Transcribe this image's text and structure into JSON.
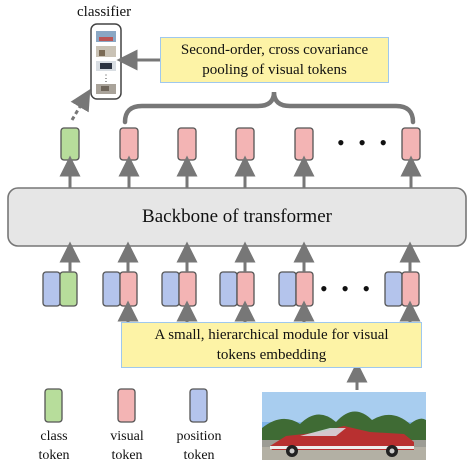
{
  "classifier": {
    "label": "classifier"
  },
  "pooling_box": {
    "line1": "Second-order, cross covariance",
    "line2": "pooling of visual tokens"
  },
  "backbone": {
    "label": "Backbone of  transformer"
  },
  "embedding_box": {
    "line1": "A small, hierarchical module for visual",
    "line2": "tokens embedding"
  },
  "ellipsis": "• • •",
  "legend": {
    "class": {
      "line1": "class",
      "line2": "token"
    },
    "visual": {
      "line1": "visual",
      "line2": "token"
    },
    "position": {
      "line1": "position",
      "line2": "token"
    }
  },
  "colors": {
    "class_token": "#b7dd9b",
    "visual_token": "#f3b4b4",
    "position_token": "#b4c4ec",
    "backbone_fill": "#e6e6e6",
    "box_fill": "#fdf3a6",
    "box_border": "#9fc8ee",
    "arrow": "#777777"
  }
}
